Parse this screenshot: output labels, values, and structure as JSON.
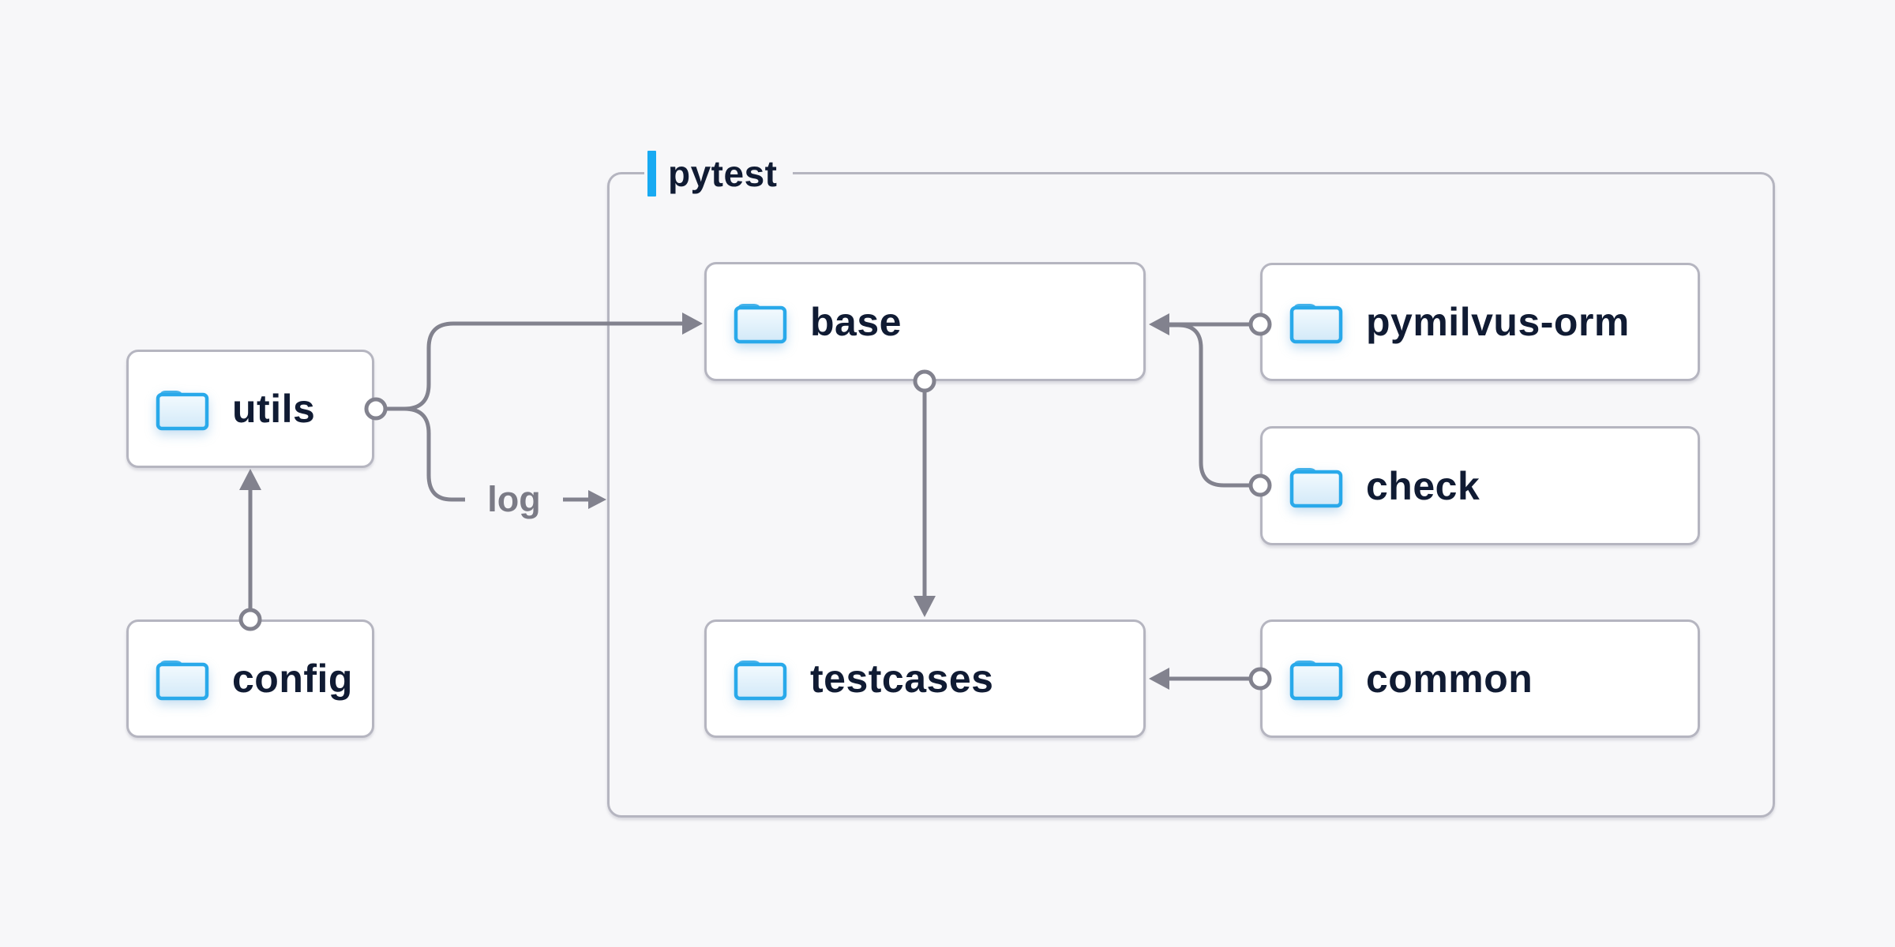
{
  "diagram": {
    "group": {
      "label": "pytest"
    },
    "nodes": [
      {
        "id": "utils",
        "label": "utils",
        "icon": "folder-icon"
      },
      {
        "id": "config",
        "label": "config",
        "icon": "folder-icon"
      },
      {
        "id": "base",
        "label": "base",
        "icon": "folder-icon"
      },
      {
        "id": "pymilvus-orm",
        "label": "pymilvus-orm",
        "icon": "folder-icon"
      },
      {
        "id": "check",
        "label": "check",
        "icon": "folder-icon"
      },
      {
        "id": "testcases",
        "label": "testcases",
        "icon": "folder-icon"
      },
      {
        "id": "common",
        "label": "common",
        "icon": "folder-icon"
      }
    ],
    "edges": [
      {
        "from": "config",
        "to": "utils",
        "label": ""
      },
      {
        "from": "utils",
        "to": "base",
        "label": ""
      },
      {
        "from": "utils",
        "to": "pytest-group",
        "label": "log"
      },
      {
        "from": "base",
        "to": "testcases",
        "label": ""
      },
      {
        "from": "pymilvus-orm",
        "to": "base",
        "label": ""
      },
      {
        "from": "check",
        "to": "base",
        "label": ""
      },
      {
        "from": "common",
        "to": "testcases",
        "label": ""
      }
    ],
    "colors": {
      "background": "#f7f7f9",
      "node_background": "#ffffff",
      "border_gray": "#b5b5c0",
      "line_gray": "#82828e",
      "text_dark": "#101b33",
      "edge_label_gray": "#7b7b86",
      "accent_blue": "#18aaf2",
      "folder_blue": "#29a9ea"
    }
  }
}
